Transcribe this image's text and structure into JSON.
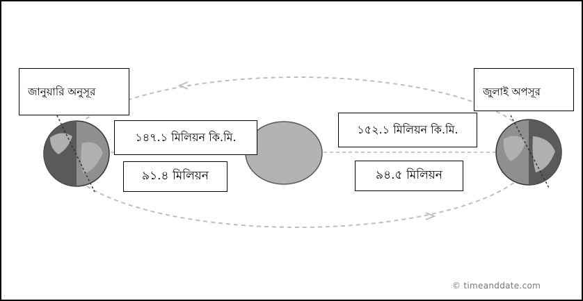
{
  "labels": {
    "perihelion": "জানুয়ারি অনুসূর",
    "aphelion": "জুলাই অপসূর",
    "perihelion_km": "১৪৭.১ মিলিয়ন কি.মি.",
    "perihelion_miles": "৯১.৪ মিলিয়ন",
    "aphelion_km": "১৫২.১ মিলিয়ন কি.মি.",
    "aphelion_miles": "৯৪.৫ মিলিয়ন"
  },
  "watermark": "© timeanddate.com",
  "colors": {
    "orbit": "#bdbdbd",
    "sun": "#b3b3b3",
    "earth_land": "#9a9a9a",
    "earth_dark": "#555555"
  }
}
